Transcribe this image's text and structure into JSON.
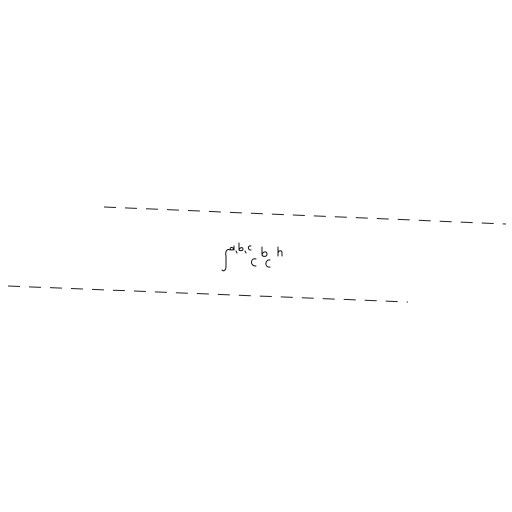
{
  "sketch": {
    "handwritten_expression": {
      "superscript_text": "a,b,c",
      "symbols": [
        "integral",
        "c",
        "b",
        "c",
        "h"
      ]
    }
  }
}
